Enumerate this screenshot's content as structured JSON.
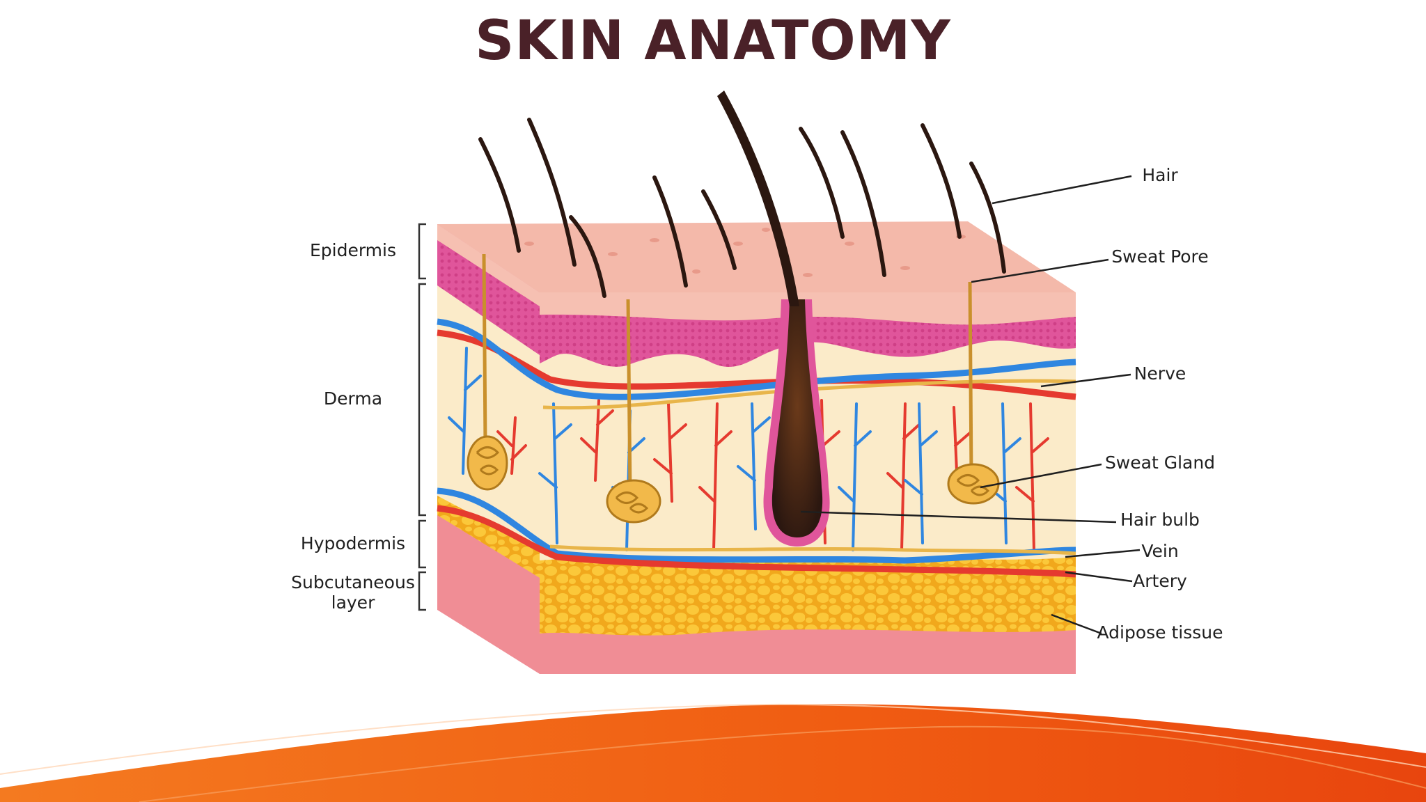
{
  "title": "SKIN ANATOMY",
  "left_labels": {
    "epidermis": "Epidermis",
    "derma": "Derma",
    "hypodermis": "Hypodermis",
    "subcutaneous_line1": "Subcutaneous",
    "subcutaneous_line2": "layer"
  },
  "right_labels": {
    "hair": "Hair",
    "sweat_pore": "Sweat Pore",
    "nerve": "Nerve",
    "sweat_gland": "Sweat Gland",
    "hair_bulb": "Hair bulb",
    "vein": "Vein",
    "artery": "Artery",
    "adipose_tissue": "Adipose tissue"
  },
  "colors": {
    "title": "#4a2128",
    "epidermis_top": "#f4b9aa",
    "epidermis_pink": "#e0559b",
    "derma": "#fbebc9",
    "fat": "#f5b827",
    "vein": "#2f86e0",
    "artery": "#e53a2f",
    "nerve": "#e8b54a",
    "hair": "#2b1710",
    "wave": "#f06a14"
  }
}
